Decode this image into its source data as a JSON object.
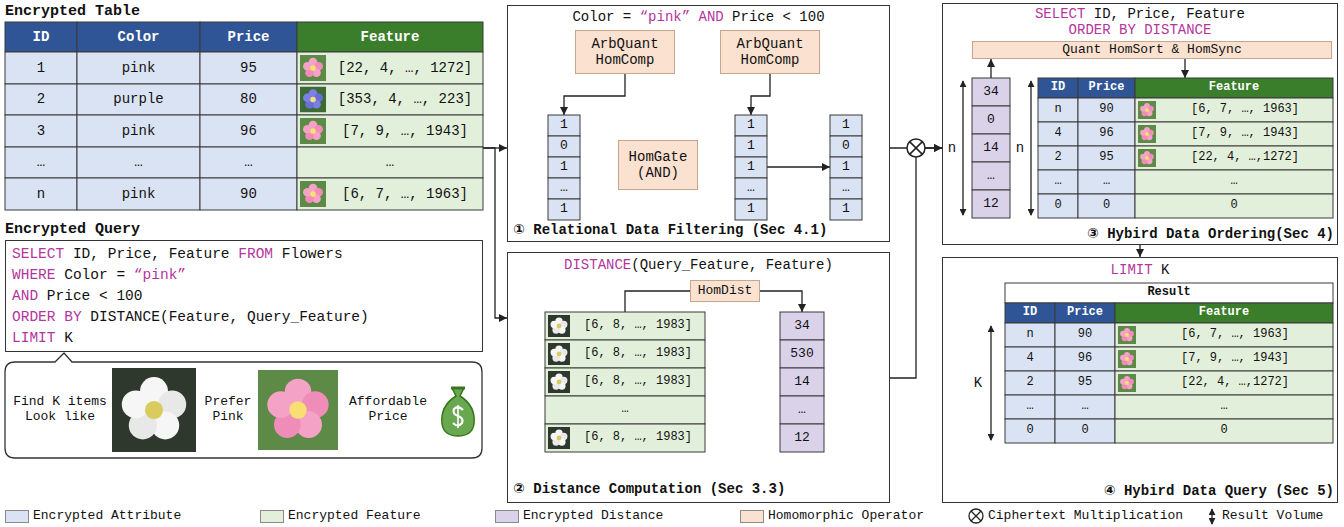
{
  "diagram": {
    "nodes": [
      {
        "text": [
          "Encrypted Table",
          "ID",
          "Color",
          "Price",
          "Feature",
          "1",
          "pink",
          "95",
          "[22, 4, …, 1272]",
          "2",
          "purple",
          "80",
          "[353, 4, …, 223]",
          "3",
          "pink",
          "96",
          "[7, 9, …, 1943]",
          "…",
          "…",
          "…",
          "…",
          "n",
          "pink",
          "90",
          "[6, 7, …, 1963]"
        ]
      },
      {
        "text": [
          "Encrypted Query",
          "SELECT ID, Price, Feature FROM Flowers",
          "WHERE Color = “pink”",
          "AND Price < 100",
          "ORDER BY DISTANCE(Feature, Query_Feature)",
          "LIMIT K"
        ]
      },
      {
        "text": [
          "Find K items Look like",
          "Prefer Pink",
          "Affordable Price"
        ]
      },
      {
        "text": [
          "Color = “pink” AND Price < 100",
          "① Relational Data Filtering (Sec 4.1)"
        ]
      },
      {
        "text": [
          "ArbQuant HomComp"
        ],
        "in": 3
      },
      {
        "text": [
          "ArbQuant HomComp"
        ],
        "in": 3
      },
      {
        "text": [
          "1",
          "0",
          "1",
          "…",
          "1"
        ],
        "in": 3
      },
      {
        "text": [
          "HomGate (AND)"
        ],
        "in": 3
      },
      {
        "text": [
          "1",
          "1",
          "1",
          "…",
          "1"
        ],
        "in": 3
      },
      {
        "text": [
          "1",
          "0",
          "1",
          "…",
          "1"
        ],
        "in": 3
      },
      {
        "text": [
          "DISTANCE(Query_Feature, Feature)",
          "② Distance Computation (Sec 3.3)"
        ]
      },
      {
        "text": [
          "HomDist"
        ],
        "in": 10
      },
      {
        "text": [
          "[6, 8, …, 1983]",
          "[6, 8, …, 1983]",
          "[6, 8, …, 1983]",
          "…",
          "[6, 8, …, 1983]"
        ],
        "in": 10
      },
      {
        "text": [
          "34",
          "530",
          "14",
          "…",
          "12"
        ],
        "in": 10
      },
      {
        "text": [
          "SELECT ID, Price, Feature",
          "ORDER BY DISTANCE",
          "③ Hybird Data Ordering(Sec 4)"
        ]
      },
      {
        "text": [
          "Quant HomSort & HomSync"
        ],
        "in": 14
      },
      {
        "text": [
          "34",
          "0",
          "14",
          "…",
          "12"
        ],
        "in": 14
      },
      {
        "text": [
          "ID",
          "Price",
          "Feature",
          "n",
          "90",
          "[6, 7, …, 1963]",
          "4",
          "96",
          "[7, 9, …, 1943]",
          "2",
          "95",
          "[22, 4, …,1272]",
          "…",
          "…",
          "…",
          "0",
          "0",
          "0"
        ],
        "in": 14
      },
      {
        "text": [
          "LIMIT K",
          "④ Hybird Data Query (Sec 5)"
        ]
      },
      {
        "text": [
          "Result",
          "ID",
          "Price",
          "Feature",
          "n",
          "90",
          "[6, 7, …, 1963]",
          "4",
          "96",
          "[7, 9, …, 1943]",
          "2",
          "95",
          "[22, 4, …,1272]",
          "…",
          "…",
          "…",
          "0",
          "0",
          "0"
        ],
        "in": 18
      }
    ],
    "edges": [
      {
        "from": 0,
        "to": 3,
        "arrow": "to"
      },
      {
        "from": 0,
        "to": 10,
        "arrow": "to"
      },
      {
        "from": 3,
        "to": 14,
        "arrow": "to"
      },
      {
        "from": 10,
        "to": 14,
        "arrow": "to"
      },
      {
        "from": 4,
        "to": 6,
        "arrow": "to"
      },
      {
        "from": 5,
        "to": 8,
        "arrow": "to"
      },
      {
        "from": 8,
        "to": 9,
        "arrow": "to"
      },
      {
        "from": 12,
        "to": 11,
        "arrow": "none"
      },
      {
        "from": 11,
        "to": 13,
        "arrow": "to"
      },
      {
        "from": 16,
        "to": 15,
        "arrow": "to"
      },
      {
        "from": 15,
        "to": 17,
        "arrow": "to"
      },
      {
        "from": 14,
        "to": 18,
        "arrow": "to"
      }
    ],
    "labels": [
      "n",
      "n",
      "K"
    ],
    "legend": [
      {
        "text": "Encrypted Attribute",
        "color": "#dae3f3"
      },
      {
        "text": "Encrypted Feature",
        "color": "#e2efda"
      },
      {
        "text": "Encrypted Distance",
        "color": "#d9d2e9"
      },
      {
        "text": "Homomorphic Operator",
        "color": "#fbe1d0"
      },
      {
        "text": "Ciphertext Multiplication"
      },
      {
        "text": "Result Volume"
      }
    ]
  }
}
